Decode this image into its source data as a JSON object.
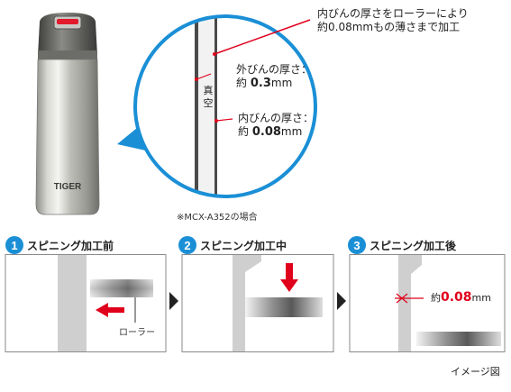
{
  "callout": {
    "top_line1": "内びんの厚さをローラーにより",
    "top_line2": "約0.08mmもの薄さまで加工",
    "outer_label": "外びんの厚さ：",
    "outer_prefix": "約",
    "outer_value": "0.3",
    "outer_unit": "mm",
    "inner_label": "内びんの厚さ：",
    "inner_prefix": "約",
    "inner_value": "0.08",
    "inner_unit": "mm",
    "vacuum_char1": "真",
    "vacuum_char2": "空"
  },
  "bottle": {
    "brand": "TIGER"
  },
  "model_note": "※MCX-A352の場合",
  "steps": [
    {
      "number": "1",
      "label": "スピニング加工前"
    },
    {
      "number": "2",
      "label": "スピニング加工中"
    },
    {
      "number": "3",
      "label": "スピニング加工後"
    }
  ],
  "roller_label": "ローラー",
  "result": {
    "prefix": "約",
    "value": "0.08",
    "unit": "mm"
  },
  "image_note": "イメージ図",
  "colors": {
    "accent_blue": "#1a8fd6",
    "red": "#e0001b",
    "bottle_silver": "#b9b9b4",
    "wall_gray": "#cfcfcf"
  }
}
